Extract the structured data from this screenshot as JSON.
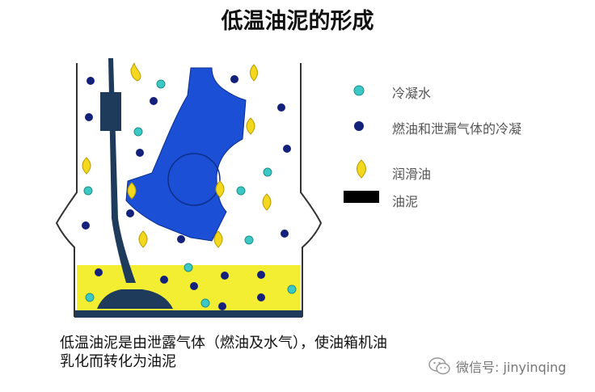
{
  "title": "低温油泥的形成",
  "legend": [
    {
      "key": "cold-water",
      "label": "冷凝水",
      "color": "#3cc9c6"
    },
    {
      "key": "fuel-blowby",
      "label": "燃油和泄漏气体的冷凝",
      "color": "#14217a"
    },
    {
      "key": "lube-oil",
      "label": "润滑油",
      "color": "#f5dc12"
    },
    {
      "key": "sludge",
      "label": "油泥",
      "color": "#000000"
    }
  ],
  "caption": {
    "line1": "低温油泥是由泄露气体（燃油及水气），使油箱机油",
    "line2": "乳化而转化为油泥"
  },
  "watermark": {
    "text": "微信号: jinyinqing",
    "icon": "wechat-icon"
  },
  "colors": {
    "oil_yellow": "#f4ee33",
    "crank_blue": "#1a4fd6",
    "dipstick": "#1f3b5b",
    "outline": "#333333"
  }
}
